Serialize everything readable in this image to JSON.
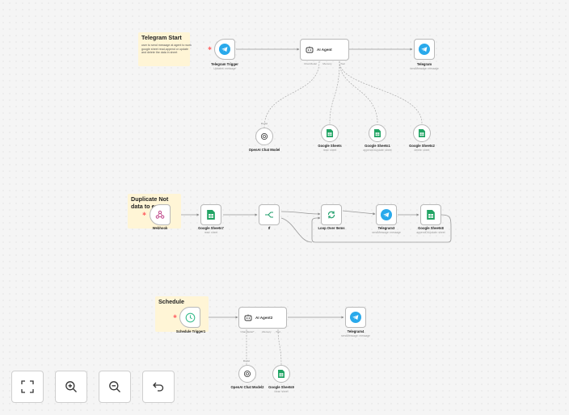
{
  "sticky_notes": [
    {
      "title": "Telegram Start",
      "body": "user to send message at agent to work google sheet read,append or update and delete the data in sheet"
    },
    {
      "title": "Duplicate Not data to enter",
      "body": ""
    },
    {
      "title": "Schedule",
      "body": ""
    }
  ],
  "workflow1": {
    "trigger": {
      "name": "Telegram Trigger",
      "sub": "Updates: message"
    },
    "agent": {
      "name": "AI Agent",
      "ports": [
        "Chat Model",
        "Memory",
        "Tool"
      ]
    },
    "telegram": {
      "name": "Telegram",
      "sub": "sendMessage: message"
    },
    "model": {
      "name": "OpenAI Chat Model",
      "port": "Model"
    },
    "tools": [
      {
        "name": "Google Sheets",
        "sub": "read: sheet"
      },
      {
        "name": "Google Sheets1",
        "sub": "appendOrUpdate: sheet"
      },
      {
        "name": "Google Sheets2",
        "sub": "delete: sheet"
      }
    ]
  },
  "workflow2": {
    "nodes": [
      {
        "name": "Webhook",
        "sub": ""
      },
      {
        "name": "Google Sheets7",
        "sub": "read: sheet"
      },
      {
        "name": "If",
        "sub": ""
      },
      {
        "name": "Loop Over Items",
        "sub": ""
      },
      {
        "name": "Telegram3",
        "sub": "sendMessage: message"
      },
      {
        "name": "Google Sheets8",
        "sub": "appendOrUpdate: sheet"
      }
    ]
  },
  "workflow3": {
    "trigger": {
      "name": "Schedule Trigger1",
      "sub": ""
    },
    "agent": {
      "name": "AI Agent2",
      "ports": [
        "Chat Model*",
        "Memory",
        "Tool"
      ]
    },
    "telegram": {
      "name": "Telegram4",
      "sub": "sendMessage: message"
    },
    "model": {
      "name": "OpenAI Chat Model2",
      "port": "Model"
    },
    "tool": {
      "name": "Google Sheets9",
      "sub": "clear: sheet"
    }
  },
  "controls": [
    {
      "icon": "fit-view-icon"
    },
    {
      "icon": "zoom-in-icon"
    },
    {
      "icon": "zoom-out-icon"
    },
    {
      "icon": "undo-icon"
    }
  ],
  "colors": {
    "telegram": "#29a9eb",
    "sheets": "#21a464",
    "schedule": "#3dbd8f",
    "sticky": "#fff5d6",
    "webhook": "#c04a8b"
  }
}
